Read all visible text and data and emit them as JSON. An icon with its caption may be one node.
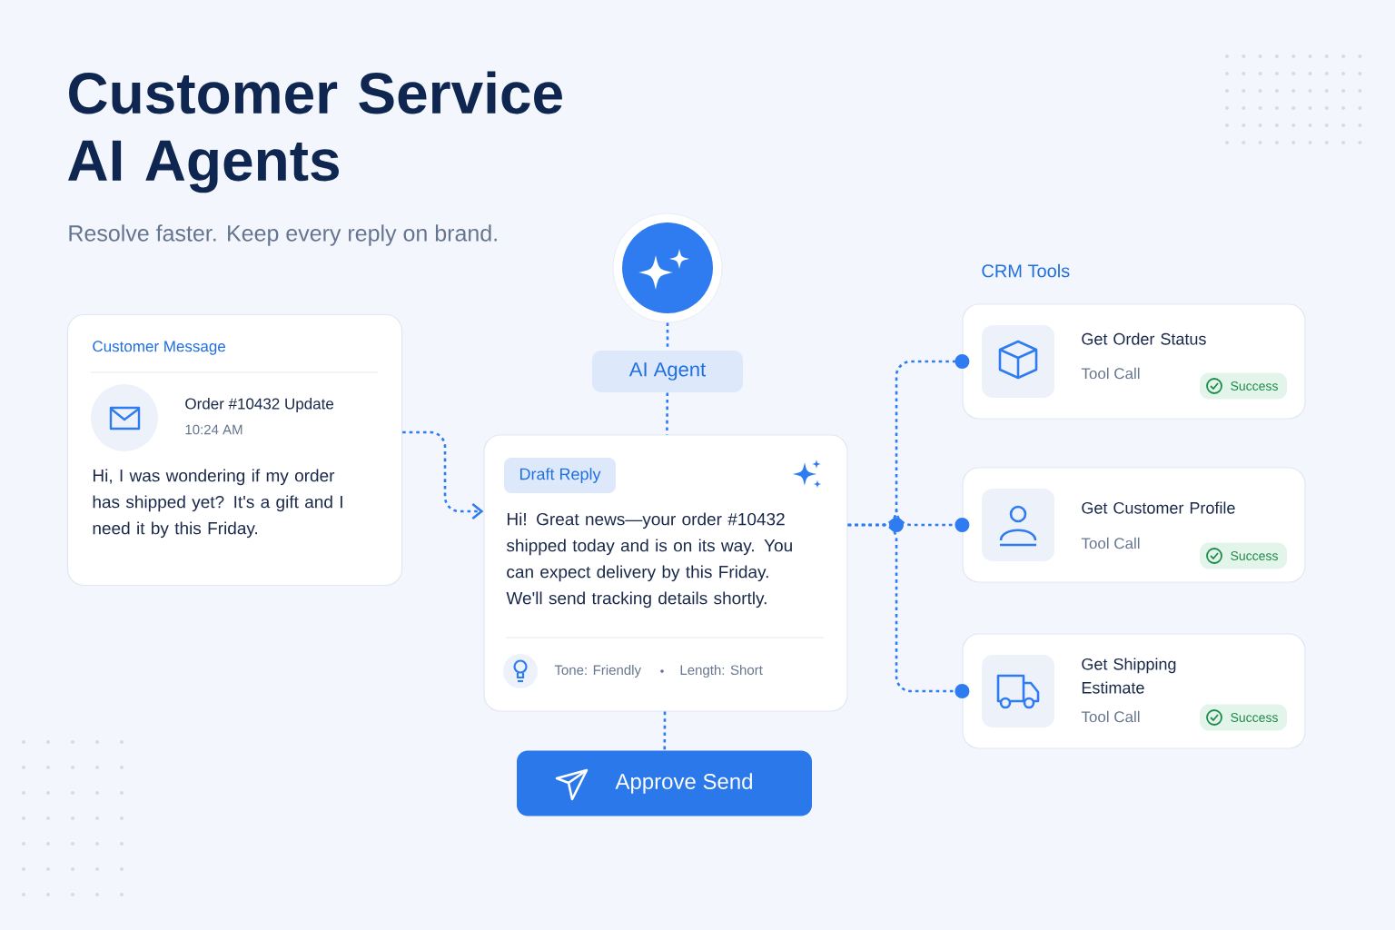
{
  "diagram": {
    "title": "Customer Service AI Agents",
    "nodes": [
      {
        "text": [],
        "shape": "circle"
      },
      {
        "text": [
          "AI Agent"
        ]
      },
      {
        "text": [
          "Customer Message",
          "Order #10432 Update",
          "10:24 AM",
          "Hi, I was wondering if my order has shipped yet? It's a gift and I need it by this Friday."
        ]
      },
      {
        "text": [
          "Draft Reply",
          "Hi! Great news—your order #10432 shipped today and is on its way. You can expect delivery by this Friday. We'll send tracking details shortly.",
          "Tone: Friendly",
          "Length: Short"
        ]
      },
      {
        "text": [
          "Approve Send"
        ]
      },
      {
        "text": [
          "Get Order Status",
          "Tool Call",
          "Success"
        ]
      },
      {
        "text": [
          "Get Customer Profile",
          "Tool Call",
          "Success"
        ]
      },
      {
        "text": [
          "Get Shipping Estimate",
          "Tool Call",
          "Success"
        ]
      }
    ],
    "edges": [
      {
        "from": 0,
        "to": 1,
        "arrow": "none"
      },
      {
        "from": 1,
        "to": 3,
        "arrow": "none"
      },
      {
        "from": 2,
        "to": 3,
        "arrow": "to"
      },
      {
        "from": 3,
        "to": 4,
        "arrow": "none"
      },
      {
        "from": 3,
        "to": 5,
        "arrow": "other"
      },
      {
        "from": 3,
        "to": 6,
        "arrow": "other"
      },
      {
        "from": 3,
        "to": 7,
        "arrow": "other"
      }
    ],
    "labels": [
      "Resolve faster. Keep every reply on brand.",
      "CRM Tools"
    ]
  }
}
